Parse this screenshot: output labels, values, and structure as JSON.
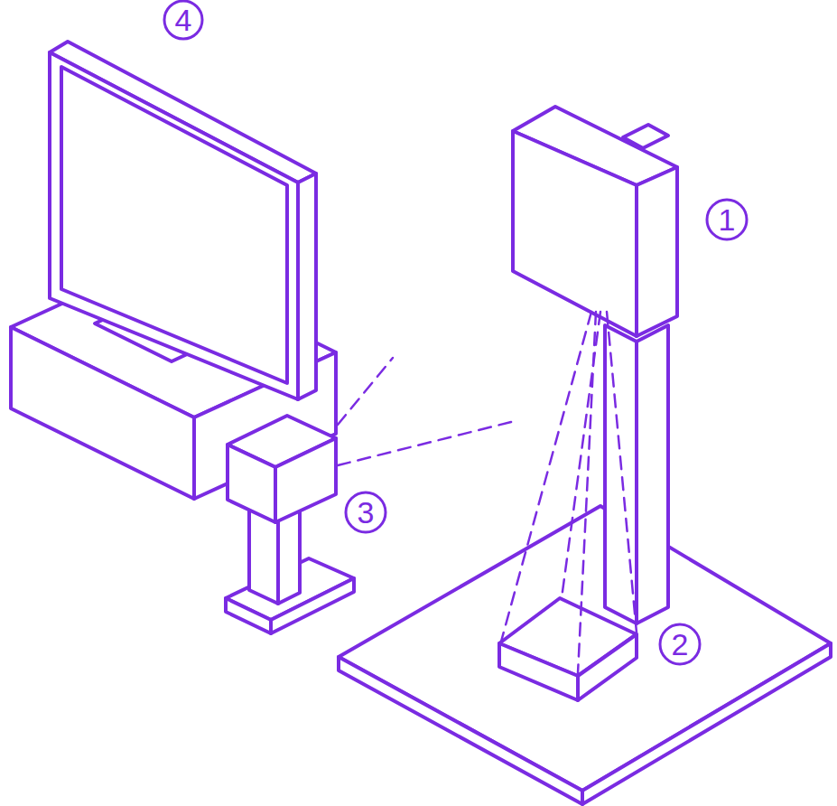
{
  "diagram": {
    "labels": [
      "4",
      "1",
      "3",
      "2"
    ]
  }
}
